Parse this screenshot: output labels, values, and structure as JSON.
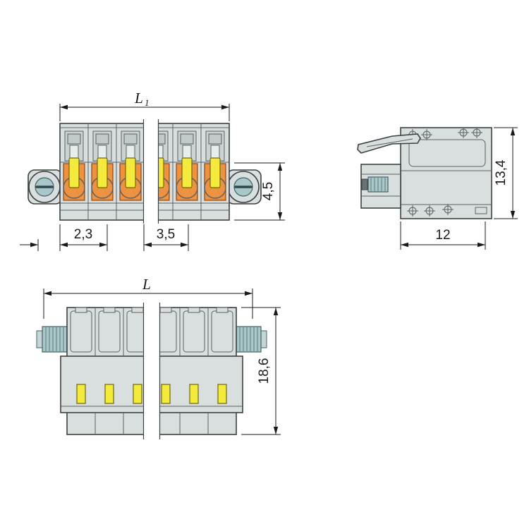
{
  "drawing": {
    "title": "connector-dimension-drawing",
    "colors": {
      "white": "#ffffff",
      "body": "#d9dede",
      "outline": "#3c4040",
      "inner": "#5a6063",
      "win": "#cdd3d3",
      "win2": "#c2c9c9",
      "slot": "#e9edec",
      "orange": "#ee9140",
      "orange_dark": "#8a4a12",
      "yellow": "#f3ea3b",
      "yellow_dark": "#6f6711",
      "screw": "#a9c6c9",
      "tip": "#c6d6d8",
      "screw_dark": "#3f6367",
      "screw_slot": "#33494c",
      "thread": "#5f797c",
      "darkpart": "#6b7474",
      "dim": "#1a1a1a"
    },
    "dimensions": {
      "l1_main": "L",
      "l1_sub": "1",
      "front_offset": "2,3",
      "front_pitch": "3,5",
      "front_strip": "4,5",
      "side_height": "13,4",
      "side_depth": "12",
      "l_main": "L",
      "top_depth": "18,6"
    }
  }
}
